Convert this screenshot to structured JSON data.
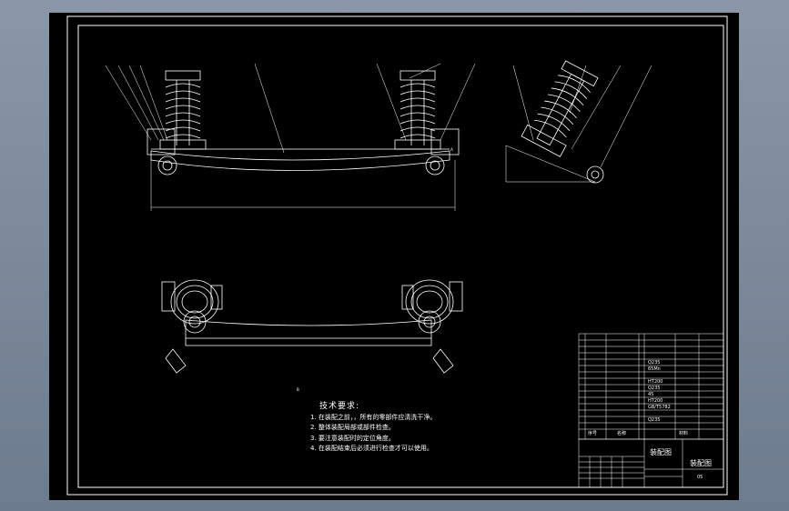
{
  "notes": {
    "title": "技术要求:",
    "items": [
      "1. 在装配之前，，所有的零部件应清洗干净。",
      "2. 整体装配局部或部件检查。",
      "3. 要注意装配时的定位角度。",
      "4. 在装配结束后必须进行检查才可以使用。"
    ]
  },
  "title_block": {
    "assembly_drawing": "装配图",
    "assembly_drawing_2": "装配图",
    "header_no": "序号",
    "header_name": "名称",
    "header_material": "材料",
    "sheet_code": "05"
  },
  "bom_materials": [
    "Q235",
    "65Mn",
    "HT200",
    "Q235",
    "45",
    "HT200",
    "GB/T5782",
    "Q235"
  ],
  "views": {
    "front_left_label": "A",
    "plan_label": "B"
  }
}
